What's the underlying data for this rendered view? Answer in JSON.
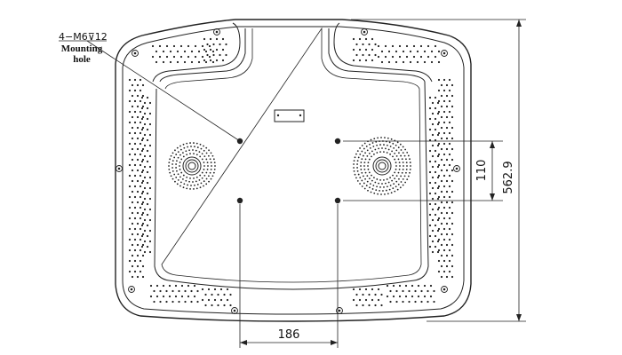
{
  "callout": {
    "spec": "4−M6⊽12",
    "label_line1": "Mounting",
    "label_line2": "hole"
  },
  "dimensions": {
    "overall_height": "562.9",
    "hole_vertical_spacing": "110",
    "hole_horizontal_spacing": "186"
  },
  "colors": {
    "line": "#222222",
    "background": "#ffffff"
  }
}
